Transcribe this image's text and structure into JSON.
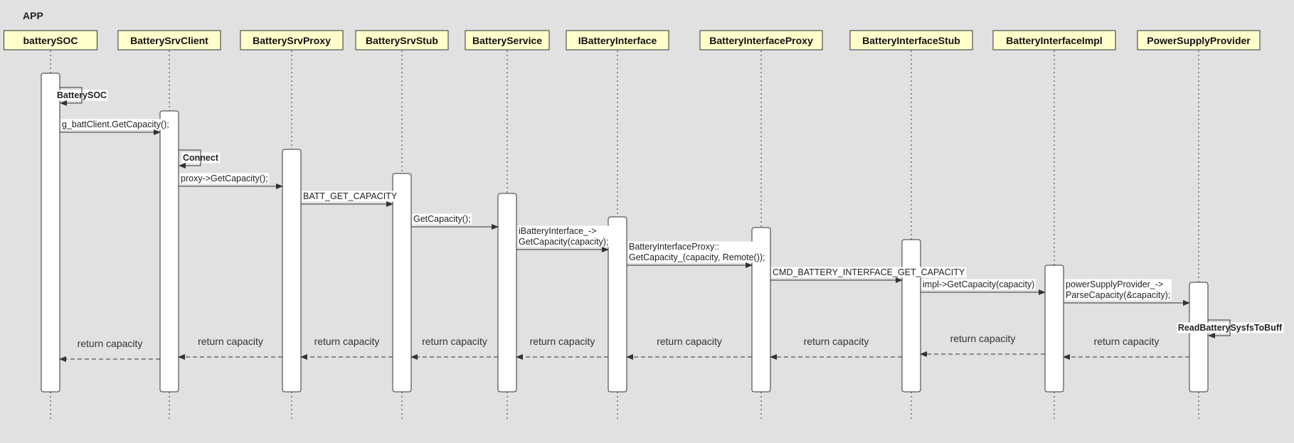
{
  "system_label": "APP",
  "participants": [
    {
      "name": "batterySOC"
    },
    {
      "name": "BatterySrvClient"
    },
    {
      "name": "BatterySrvProxy"
    },
    {
      "name": "BatterySrvStub"
    },
    {
      "name": "BatteryService"
    },
    {
      "name": "IBatteryInterface"
    },
    {
      "name": "BatteryInterfaceProxy"
    },
    {
      "name": "BatteryInterfaceStub"
    },
    {
      "name": "BatteryInterfaceImpl"
    },
    {
      "name": "PowerSupplyProvider"
    }
  ],
  "messages": [
    {
      "from": 0,
      "to": 0,
      "self": true,
      "lines": [
        "BatterySOC"
      ]
    },
    {
      "from": 0,
      "to": 1,
      "lines": [
        "g_battClient.GetCapacity();"
      ]
    },
    {
      "from": 1,
      "to": 1,
      "self": true,
      "lines": [
        "Connect"
      ]
    },
    {
      "from": 1,
      "to": 2,
      "lines": [
        "proxy->GetCapacity();"
      ]
    },
    {
      "from": 2,
      "to": 3,
      "lines": [
        "BATT_GET_CAPACITY"
      ]
    },
    {
      "from": 3,
      "to": 4,
      "lines": [
        "GetCapacity();"
      ]
    },
    {
      "from": 4,
      "to": 5,
      "lines": [
        "iBatteryInterface_->",
        "GetCapacity(capacity);"
      ]
    },
    {
      "from": 5,
      "to": 6,
      "lines": [
        "BatteryInterfaceProxy::",
        "GetCapacity_(capacity, Remote());"
      ]
    },
    {
      "from": 6,
      "to": 7,
      "lines": [
        "CMD_BATTERY_INTERFACE_GET_CAPACITY"
      ]
    },
    {
      "from": 7,
      "to": 8,
      "lines": [
        "impl->GetCapacity(capacity)"
      ]
    },
    {
      "from": 8,
      "to": 9,
      "lines": [
        "powerSupplyProvider_->",
        "ParseCapacity(&capacity);"
      ]
    },
    {
      "from": 9,
      "to": 9,
      "self": true,
      "lines": [
        "ReadBatterySysfsToBuff"
      ]
    }
  ],
  "returns": [
    {
      "from": 9,
      "to": 8,
      "label": "return capacity"
    },
    {
      "from": 8,
      "to": 7,
      "label": "return capacity"
    },
    {
      "from": 7,
      "to": 6,
      "label": "return capacity"
    },
    {
      "from": 6,
      "to": 5,
      "label": "return capacity"
    },
    {
      "from": 5,
      "to": 4,
      "label": "return capacity"
    },
    {
      "from": 4,
      "to": 3,
      "label": "return capacity"
    },
    {
      "from": 3,
      "to": 2,
      "label": "return capacity"
    },
    {
      "from": 2,
      "to": 1,
      "label": "return capacity"
    },
    {
      "from": 1,
      "to": 0,
      "label": "return capacity"
    }
  ]
}
